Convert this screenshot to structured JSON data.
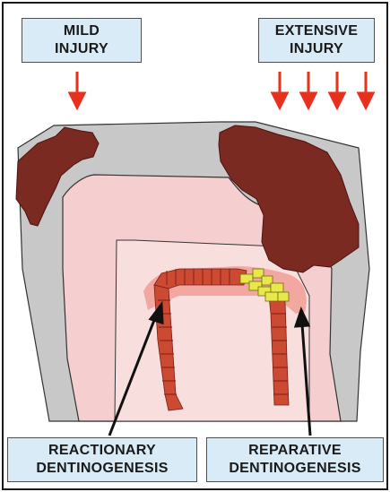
{
  "labels": {
    "mild_line1": "MILD",
    "mild_line2": "INJURY",
    "extensive_line1": "EXTENSIVE",
    "extensive_line2": "INJURY",
    "reactionary_line1": "REACTIONARY",
    "reactionary_line2": "DENTINOGENESIS",
    "reparative_line1": "REPARATIVE",
    "reparative_line2": "DENTINOGENESIS"
  },
  "colors": {
    "enamel": "#c8c8c8",
    "dentin": "#f5cfcf",
    "pulp": "#f9dede",
    "caries": "#7b2a22",
    "odontoblast": "#cc4a32",
    "reparative_cells": "#e8e84a",
    "arrow_red": "#e8301f",
    "arrow_black": "#111111",
    "label_bg": "#d9ebf7"
  }
}
